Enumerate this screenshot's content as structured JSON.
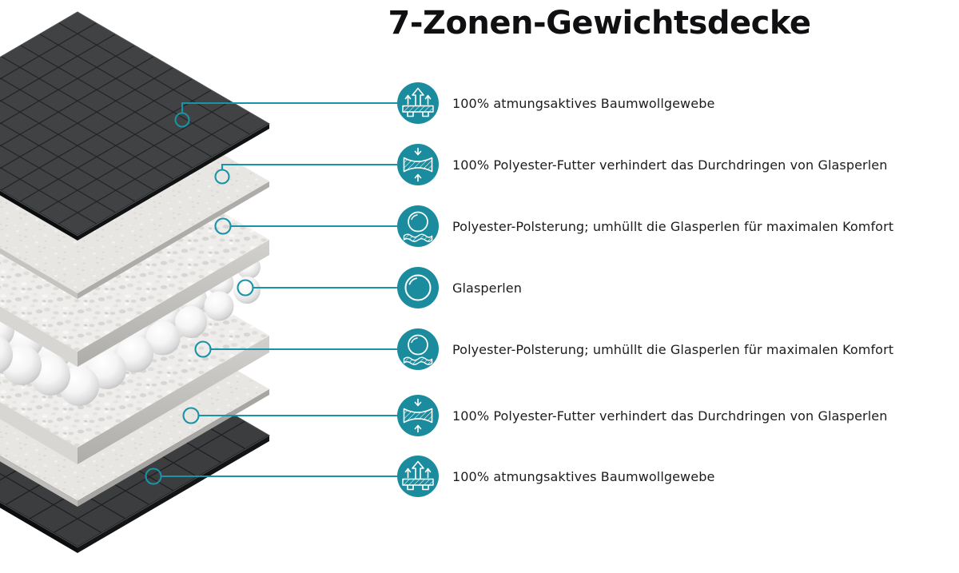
{
  "title": "7-Zonen-Gewichtsdecke",
  "rows": [
    {
      "icon": "breathability-icon",
      "label": "100% atmungsaktives Baumwollgewebe"
    },
    {
      "icon": "compression-icon",
      "label": "100% Polyester-Futter verhindert das Durchdringen von Glasperlen"
    },
    {
      "icon": "padding-icon",
      "label": "Polyester-Polsterung; umhüllt die Glasperlen für maximalen Komfort"
    },
    {
      "icon": "glass-bead-icon",
      "label": "Glasperlen"
    },
    {
      "icon": "padding-icon",
      "label": "Polyester-Polsterung; umhüllt die Glasperlen für maximalen Komfort"
    },
    {
      "icon": "compression-icon",
      "label": "100% Polyester-Futter verhindert das Durchdringen von Glasperlen"
    },
    {
      "icon": "breathability-icon",
      "label": "100% atmungsaktives Baumwollgewebe"
    }
  ],
  "colors": {
    "accent": "#1b8c9e",
    "connector": "#1993a6",
    "title": "#101012",
    "text": "#1c1c1e",
    "fabric_dark": "#3f4142",
    "lining_sheet": "#e8e6e2",
    "foam_padding": "#eeedeb",
    "glass_bead": "#f3f3f4"
  }
}
